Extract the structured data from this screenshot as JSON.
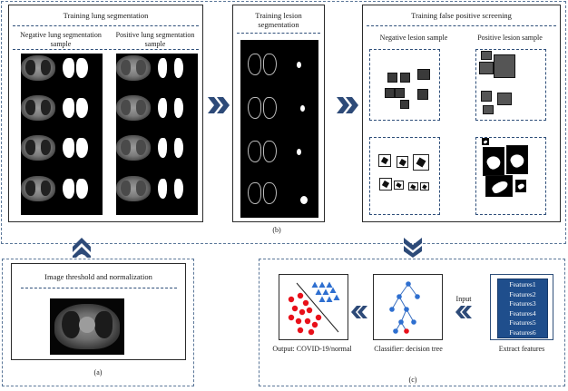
{
  "panel_a": {
    "title": "Image threshold and normalization",
    "label": "(a)"
  },
  "panel_top_left": {
    "title": "Training lung segmentation",
    "negative_label": "Negative lung segmentation sample",
    "positive_label": "Positive lung segmentation sample"
  },
  "panel_b": {
    "title": "Training lesion segmentation",
    "label": "(b)"
  },
  "panel_top_right": {
    "title": "Training false positive screening",
    "negative_label": "Negative lesion sample",
    "positive_label": "Positive lesion sample"
  },
  "panel_c": {
    "label": "(c)",
    "extract_label": "Extract features",
    "input_label": "Input",
    "classifier_label": "Classifier: decision tree",
    "output_label": "Output: COVID-19/normal",
    "features": [
      "Features1",
      "Features2",
      "Features3",
      "Features4",
      "Features5",
      "Features6"
    ]
  },
  "colors": {
    "border": "#2f4f7a",
    "arrow": "#2d4a78",
    "features_bg": "#1f4e8c",
    "red_dot": "#e8101a",
    "blue_tri": "#2e6fd0"
  },
  "icons": [
    "double-chevron-right-icon",
    "double-chevron-down-icon",
    "double-chevron-up-icon",
    "double-chevron-left-icon"
  ]
}
